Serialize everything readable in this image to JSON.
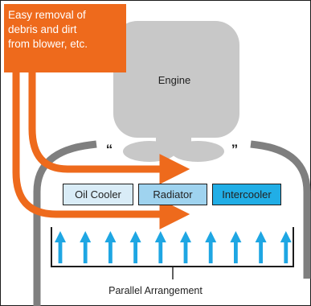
{
  "callout": {
    "lines": [
      "Easy removal of",
      "debris and dirt",
      "from blower, etc."
    ]
  },
  "engine": {
    "label": "Engine"
  },
  "units": [
    {
      "label": "Oil Cooler",
      "fill": "#d9ecf7"
    },
    {
      "label": "Radiator",
      "fill": "#9fd3ef"
    },
    {
      "label": "Intercooler",
      "fill": "#21aee6"
    }
  ],
  "intake_marks": {
    "left": "“",
    "right": "”"
  },
  "airflow_arrow_count": 10,
  "caption": "Parallel Arrangement",
  "colors": {
    "airflow_orange": "#ee6a1c",
    "cooling_air_blue": "#1ea6e3",
    "engine_gray": "#c8c8c8",
    "housing_gray": "#7f7f7f"
  }
}
